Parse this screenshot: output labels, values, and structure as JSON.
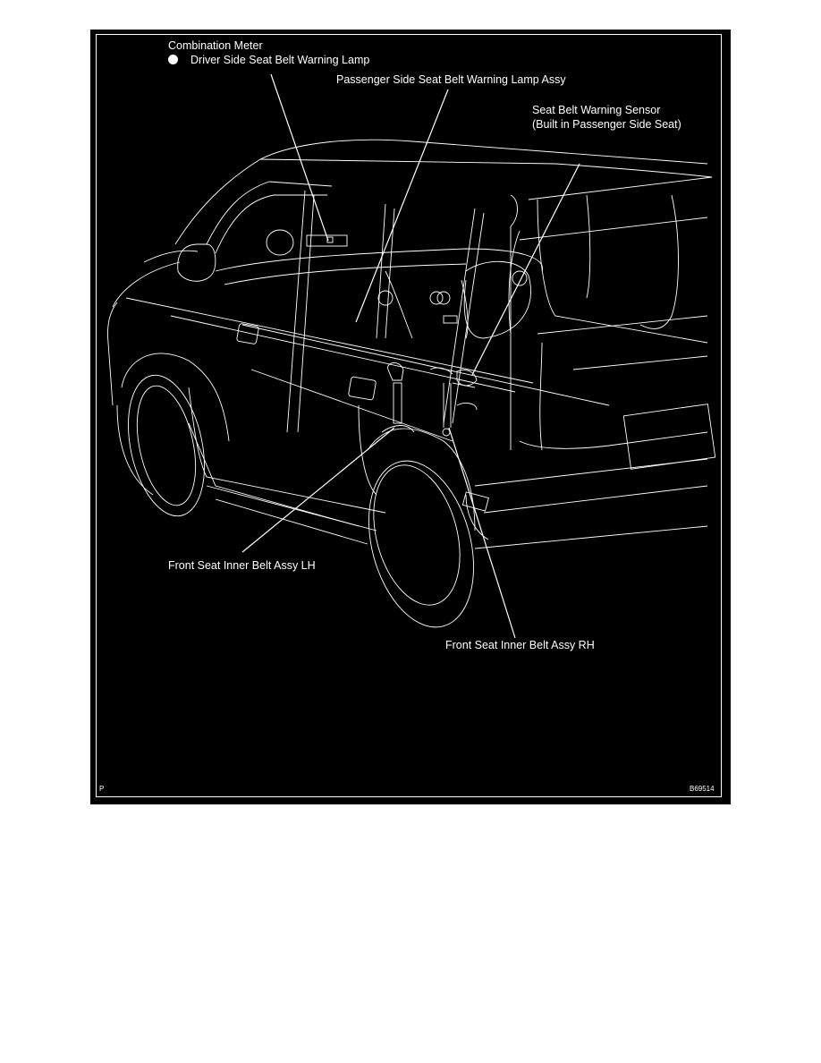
{
  "diagram": {
    "type": "component-location-illustration",
    "subject": "Vehicle cutaway showing seat belt warning system components",
    "colors": {
      "background": "#000000",
      "lines": "#ffffff",
      "page": "#ffffff"
    },
    "labels": {
      "combination_meter": "Combination Meter",
      "driver_lamp": "Driver Side Seat Belt Warning Lamp",
      "passenger_lamp": "Passenger Side Seat Belt Warning Lamp Assy",
      "sensor_line1": "Seat Belt Warning Sensor",
      "sensor_line2": "(Built in Passenger Side Seat)",
      "belt_lh": "Front Seat Inner Belt Assy LH",
      "belt_rh": "Front Seat Inner Belt Assy RH"
    },
    "corner_marks": {
      "bottom_left": "P",
      "bottom_right": "B69514"
    }
  }
}
